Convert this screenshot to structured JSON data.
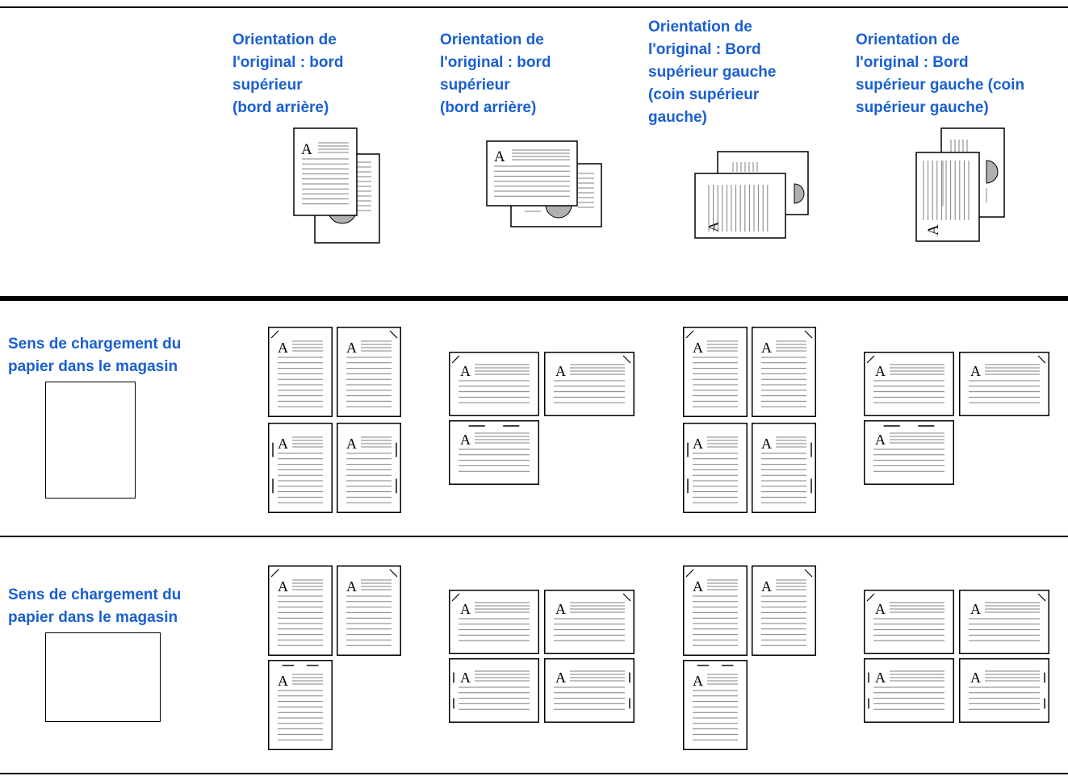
{
  "columns": [
    {
      "heading": "Orientation de\nl'original : bord\nsupérieur\n(bord arrière)"
    },
    {
      "heading": "Orientation de\nl'original : bord\nsupérieur\n(bord arrière)"
    },
    {
      "heading": "Orientation de\nl'original : Bord\nsupérieur gauche\n(coin supérieur\ngauche)"
    },
    {
      "heading": "Orientation de\nl'original : Bord\nsupérieur gauche (coin\nsupérieur gauche)"
    }
  ],
  "rows": [
    {
      "label": "Sens de chargement du papier dans le magasin"
    },
    {
      "label": "Sens de chargement du papier dans le magasin"
    }
  ],
  "page_letter": "A",
  "colors": {
    "heading": "#1a5fd0",
    "lines": "#808080",
    "punch": "#b0b0b0"
  }
}
